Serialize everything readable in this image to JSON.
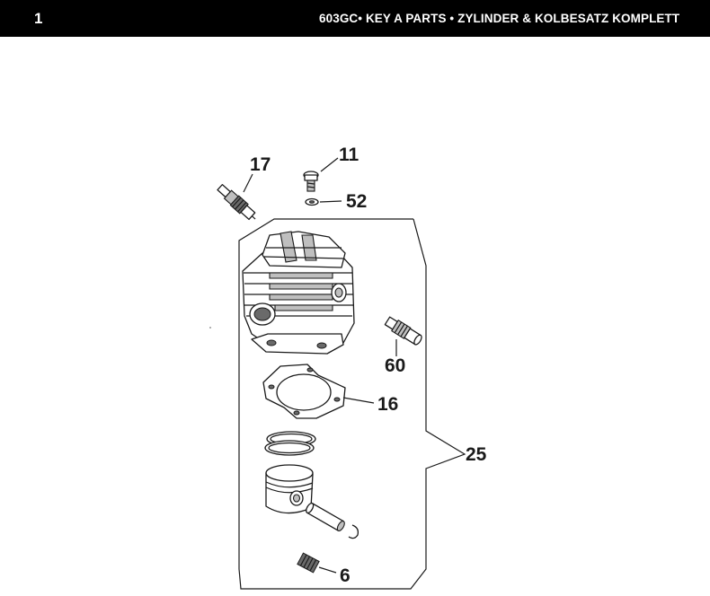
{
  "header": {
    "page_number": "1",
    "title": "603GC• KEY A PARTS •  ZYLINDER & KOLBESATZ KOMPLETT"
  },
  "diagram": {
    "callouts": {
      "spark_plug": "17",
      "screw": "11",
      "washer": "52",
      "decompression_valve": "60",
      "gasket": "16",
      "kit": "25",
      "bearing": "6"
    }
  }
}
